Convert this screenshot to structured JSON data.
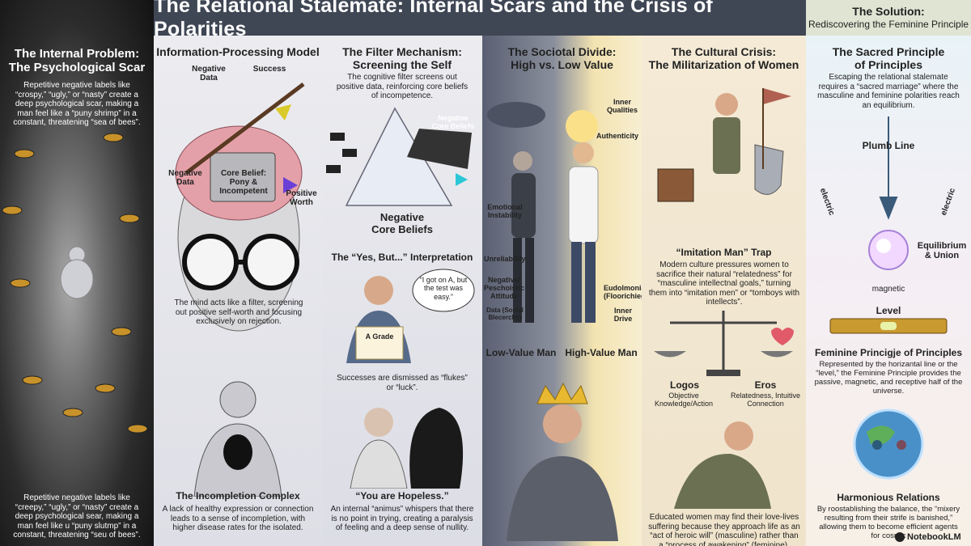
{
  "header": {
    "title": "The Relational Stalemate: Internal Scars and the Crisis of Polarities"
  },
  "solution_header": {
    "title": "The Solution:",
    "subtitle": "Rediscovering the Feminine Principle"
  },
  "internal_problem": {
    "title_line1": "The Internal Problem:",
    "title_line2": "The Psychological Scar",
    "text_top": "Repetitive negative labels like “crospy,” “ugly,” or “nasty” create a deep psychological scar, making a man feel like a “puny shrimp” in a constant, threatening “sea of bees”.",
    "text_bottom": "Repetitive negative labels like “creepy,” “ugly,” or “nasty” create a deep psychological sear, making a man feel like u “puny slutmp” in a constant, threatening “seu of bees”."
  },
  "info_model": {
    "title": "Information-Processing Model",
    "label_negative_data": "Negative Data",
    "label_success": "Success",
    "label_core_belief": "Core Belief: Pony & Incompetent",
    "label_negative_data2": "Negative Data",
    "label_positive_worth": "Positive Worth",
    "text_mind": "The mind acts like a filter, screening out positive self-worth and focusing exclusively on rejection.",
    "incompletion_title": "The Incompletion Complex",
    "incompletion_text": "A lack of healthy expression or connection leads to a sense of incompletion, with higher disease rates for the isolated."
  },
  "filter": {
    "title_line1": "The Filter Mechanism:",
    "title_line2": "Screening the Self",
    "text": "The cognitive filter screens out positive data, reinforcing core beliefs of incompetence.",
    "prism_label": "Negative Core Beliefs",
    "bottom_label_line1": "Negative",
    "bottom_label_line2": "Core Beliefs",
    "yes_but_title": "The “Yes, But...” Interpretation",
    "speech": "“I got on A, but the test was easy.”",
    "certificate": "A Grade",
    "successes_text": "Successes are dismissed as “flukes” or “luck”.",
    "hopeless_title": "“You are Hopeless.”",
    "hopeless_text": "An internal “animus” whispers that there is no point in trying, creating a paralysis of feeling and a deep sense of nullity."
  },
  "divide": {
    "title_line1": "The Sociotal Divide:",
    "title_line2": "High vs. Low Value",
    "left_labels": [
      "Emotional Instability",
      "Unreliability",
      "Negative/ Peschoistic Attitude",
      "Data (Social Blecerchy)"
    ],
    "right_labels": [
      "Inner Qualities",
      "Authenticity",
      "Eudolmonia (Floorichieg)",
      "Inner Drive"
    ],
    "low_value": "Low-Value Man",
    "high_value": "High-Value Man"
  },
  "cultural": {
    "title_line1": "The Cultural Crisis:",
    "title_line2": "The Militarization of Women",
    "trap_title": "“Imitation Man” Trap",
    "trap_text": "Modern culture pressures women to sacrifice their natural “relatedness” for “masculine intellectnal goals,” turning them into “imitation men” or “tomboys with intellects”.",
    "logos": "Logos",
    "logos_sub": "Objective Knowledge/Action",
    "eros": "Eros",
    "eros_sub": "Relatedness, Intuitive Connection",
    "bottom_text": "Educated women may find their love-lives suffering because they approach life as an “act of heroic will” (masculine) rather than a “process of awakening” (feminine)."
  },
  "solution": {
    "title_line1": "The Sacred Principle",
    "title_line2": "of Principles",
    "text": "Escaping the relational stalemate requires a “sacred marriage” where the masculine and feminine polarities reach an equilibrium.",
    "plumb_line": "Plumb Line",
    "electric_left": "electric",
    "electric_right": "electric",
    "equilibrium": "Equilibrium & Union",
    "magnetic": "magnetic",
    "level": "Level",
    "feminine_title": "Feminine Princigje of Principles",
    "feminine_text": "Represented by the horizantal line or the “level,” the Feminine Principle provides the passive, magnetic, and receptive half of the universe.",
    "harmonious_title": "Harmonious Relations",
    "harmonious_text": "By roostablishing the balance, the “mixery resulting from their strife is banished,” allowing them to become efficient agents for cosmic",
    "brand": "NotebookLM"
  },
  "colors": {
    "header_bg": "#3f4654",
    "accent_yellow": "#f0c93a"
  },
  "icons": [
    "bee-icon",
    "brain-icon",
    "glasses-icon",
    "paintbrush-icon",
    "prism-icon",
    "storm-cloud-icon",
    "sun-icon",
    "crown-icon",
    "shield-icon",
    "scales-icon",
    "plumb-line-icon",
    "level-icon",
    "globe-icon",
    "notebooklm-logo-icon"
  ]
}
